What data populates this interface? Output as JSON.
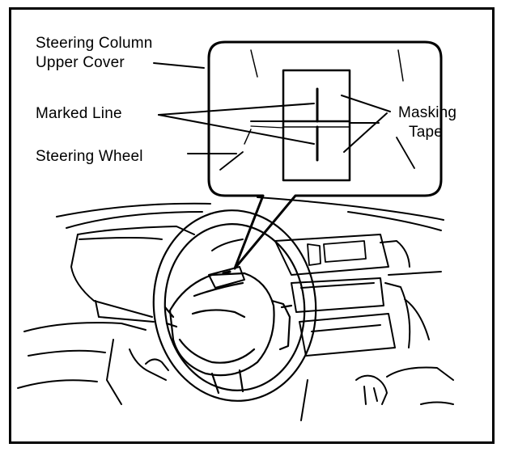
{
  "labels": {
    "column_cover_line1": "Steering Column",
    "column_cover_line2": "Upper Cover",
    "marked_line": "Marked Line",
    "steering_wheel": "Steering Wheel",
    "masking_line1": "Masking",
    "masking_line2": "Tape"
  },
  "colors": {
    "ink": "#000000",
    "paper": "#ffffff"
  }
}
